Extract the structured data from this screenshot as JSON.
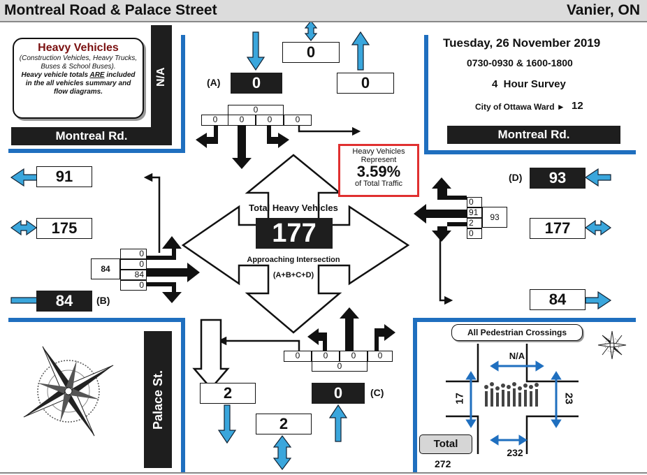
{
  "header": {
    "title": "Montreal Road & Palace Street",
    "location": "Vanier, ON"
  },
  "info_box": {
    "title": "Heavy Vehicles",
    "desc": "(Construction Vehicles, Heavy Trucks, Buses & School Buses).",
    "note_pre": "Heavy vehicle totals ",
    "note_are": "ARE",
    "note_post": " included in the all vehicles summary and flow diagrams."
  },
  "survey": {
    "date": "Tuesday, 26 November 2019",
    "times": "0730-0930 & 1600-1800",
    "hours_label": "4  Hour Survey",
    "ward_label": "City of Ottawa Ward ►",
    "ward": "12"
  },
  "streets": {
    "nw_vertical": "N/A",
    "nw_road": "Montreal Rd.",
    "ne_road": "Montreal Rd.",
    "sw_vertical": "Palace St."
  },
  "north": {
    "label": "(A)",
    "in": "0",
    "total": "0",
    "out": "0",
    "top": "0",
    "left": "0",
    "through": "0",
    "right": "0",
    "uturn": "0"
  },
  "west": {
    "label": "(B)",
    "out": "91",
    "total": "175",
    "in": "84",
    "approach": "84",
    "top": "0",
    "left": "0",
    "through": "84",
    "right": "0"
  },
  "east": {
    "label": "(D)",
    "in": "93",
    "total": "177",
    "out": "84",
    "approach": "93",
    "left": "0",
    "through": "91",
    "right": "2",
    "uturn": "0"
  },
  "south": {
    "label": "(C)",
    "in": "0",
    "total": "2",
    "out": "2",
    "left": "0",
    "through": "0",
    "right": "0",
    "uturn": "0",
    "bottom": "0"
  },
  "center": {
    "title": "Total Heavy Vehicles",
    "total": "177",
    "sub": "Approaching Intersection",
    "sub2": "(A+B+C+D)"
  },
  "percent_box": {
    "line1": "Heavy Vehicles",
    "line2": "Represent",
    "value": "3.59%",
    "line3": "of Total Traffic"
  },
  "pedestrians": {
    "title": "All Pedestrian Crossings",
    "north": "N/A",
    "west": "17",
    "east": "23",
    "south": "232",
    "total_label": "Total",
    "total": "272"
  },
  "colors": {
    "arrow_blue": "#3aa6dc",
    "street_line": "#1f6fbf",
    "highlight_red": "#e03030",
    "dark_box": "#1e1e1e"
  }
}
